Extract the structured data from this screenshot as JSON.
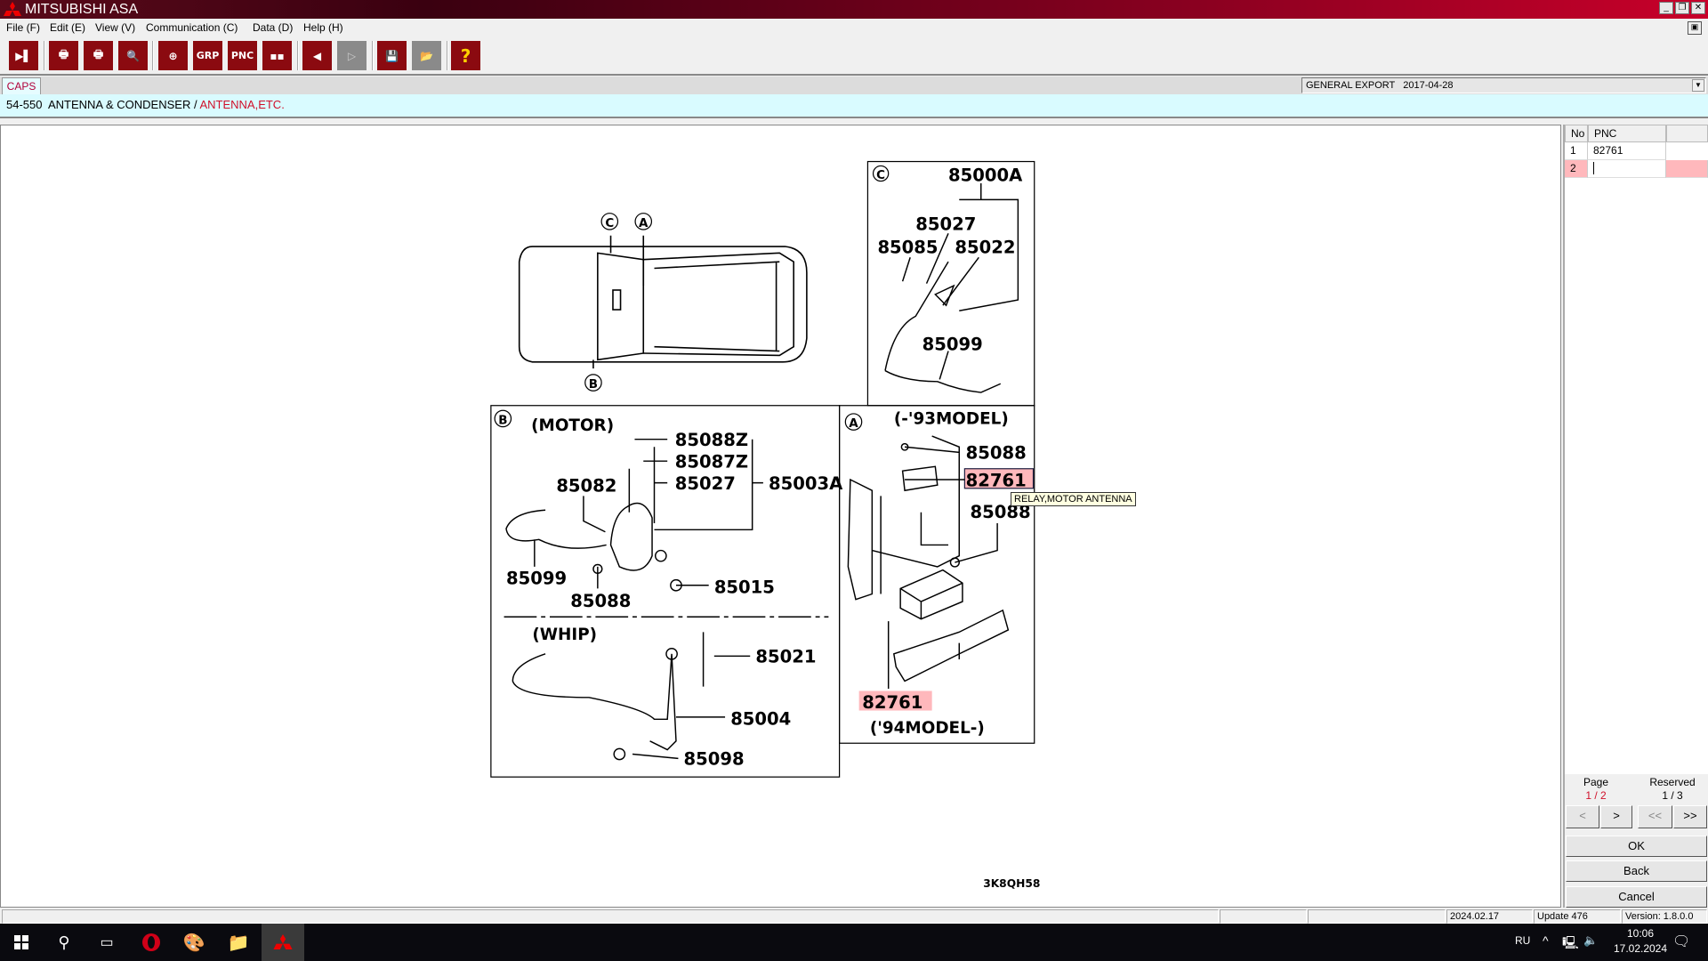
{
  "window": {
    "title": "MITSUBISHI ASA"
  },
  "menu": [
    "File (F)",
    "Edit (E)",
    "View (V)",
    "Communication (C)",
    "Data (D)",
    "Help (H)"
  ],
  "toolbar": {
    "grp_label": "GRP",
    "pnc_label": "PNC",
    "help_label": "?"
  },
  "tabs": {
    "caps": "CAPS"
  },
  "catalog": {
    "selected": "GENERAL EXPORT   2017-04-28"
  },
  "breadcrumb": {
    "group": "54-550  ANTENNA & CONDENSER / ",
    "current": "ANTENNA,ETC."
  },
  "diagram": {
    "code": "3K8QH58",
    "markers": {
      "a": "A",
      "b": "B",
      "c": "C"
    },
    "panel_c": [
      "85000A",
      "85027",
      "85085",
      "85022",
      "85099"
    ],
    "panel_b": {
      "title": "(MOTOR)",
      "whip": "(WHIP)",
      "labels": [
        "85088Z",
        "85087Z",
        "85027",
        "85003A",
        "85082",
        "85099",
        "85088",
        "85015",
        "85021",
        "85004",
        "85098"
      ]
    },
    "panel_a": {
      "title_old": "(-'93MODEL)",
      "title_new": "('94MODEL-)",
      "labels": [
        "85088",
        "82761",
        "85088",
        "82761"
      ]
    },
    "tooltip": "RELAY,MOTOR ANTENNA",
    "highlight_color": "#ffb8bc"
  },
  "pnc_table": {
    "headers": [
      "No",
      "PNC"
    ],
    "rows": [
      {
        "no": "1",
        "pnc": "82761"
      },
      {
        "no": "2",
        "pnc": ""
      }
    ]
  },
  "paging": {
    "page_label": "Page",
    "page_value": "1 / 2",
    "reserved_label": "Reserved",
    "reserved_value": "1 / 3",
    "prev": "<",
    "next": ">",
    "first": "<<",
    "last": ">>"
  },
  "buttons": {
    "ok": "OK",
    "back": "Back",
    "cancel": "Cancel"
  },
  "status": {
    "date": "2024.02.17",
    "update": "Update 476",
    "version": "Version: 1.8.0.0"
  },
  "taskbar": {
    "lang": "RU",
    "time": "10:06",
    "date": "17.02.2024"
  }
}
